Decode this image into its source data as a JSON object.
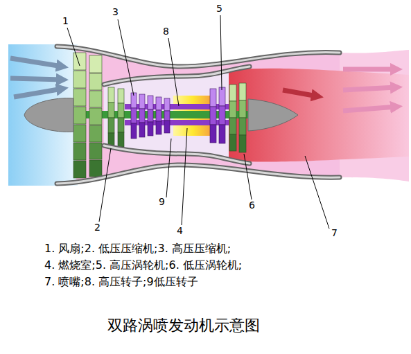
{
  "diagram": {
    "caption": "双路涡喷发动机示意图",
    "labels": [
      "1",
      "2",
      "3",
      "4",
      "5",
      "6",
      "7",
      "8",
      "9",
      "1. 风扇;2. 低压压缩机;3. 高压压缩机;",
      "4. 燃烧室;5. 高压涡轮机;6. 低压涡轮机;",
      "7. 喷嘴;8. 高压转子;9低压转子"
    ]
  }
}
